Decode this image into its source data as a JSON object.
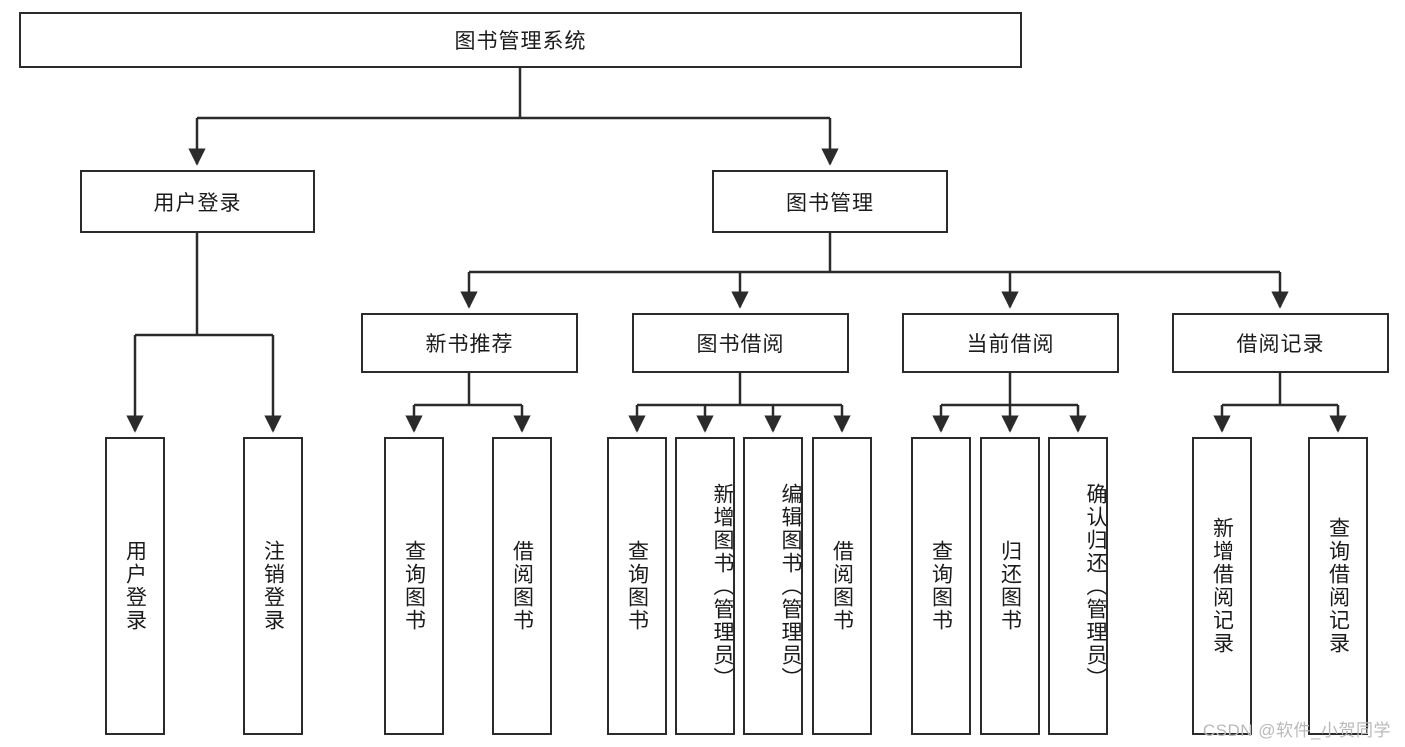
{
  "diagram": {
    "kind": "tree-hierarchy-chart",
    "title": "图书管理系统",
    "root": {
      "label": "图书管理系统",
      "orientation": "horizontal"
    },
    "level2": [
      {
        "label": "用户登录",
        "orientation": "horizontal"
      },
      {
        "label": "图书管理",
        "orientation": "horizontal"
      }
    ],
    "level3": [
      {
        "label": "新书推荐",
        "orientation": "horizontal"
      },
      {
        "label": "图书借阅",
        "orientation": "horizontal"
      },
      {
        "label": "当前借阅",
        "orientation": "horizontal"
      },
      {
        "label": "借阅记录",
        "orientation": "horizontal"
      }
    ],
    "leaves": {
      "user_login": [
        {
          "label": "用户登录",
          "orientation": "vertical"
        },
        {
          "label": "注销登录",
          "orientation": "vertical"
        }
      ],
      "new_book_recommend": [
        {
          "label": "查询图书",
          "orientation": "vertical"
        },
        {
          "label": "借阅图书",
          "orientation": "vertical"
        }
      ],
      "book_borrow": [
        {
          "label": "查询图书",
          "orientation": "vertical"
        },
        {
          "label": "新增图书（管理员）",
          "orientation": "vertical"
        },
        {
          "label": "编辑图书（管理员）",
          "orientation": "vertical"
        },
        {
          "label": "借阅图书",
          "orientation": "vertical"
        }
      ],
      "current_borrow": [
        {
          "label": "查询图书",
          "orientation": "vertical"
        },
        {
          "label": "归还图书",
          "orientation": "vertical"
        },
        {
          "label": "确认归还（管理员）",
          "orientation": "vertical"
        }
      ],
      "borrow_record": [
        {
          "label": "新增借阅记录",
          "orientation": "vertical"
        },
        {
          "label": "查询借阅记录",
          "orientation": "vertical"
        }
      ]
    },
    "colors": {
      "stroke": "#2b2b2b",
      "fill": "#ffffff",
      "text": "#1b1b1b",
      "watermark": "#b9b9b9"
    }
  },
  "watermark": {
    "text": "CSDN @软件_小贺同学"
  }
}
